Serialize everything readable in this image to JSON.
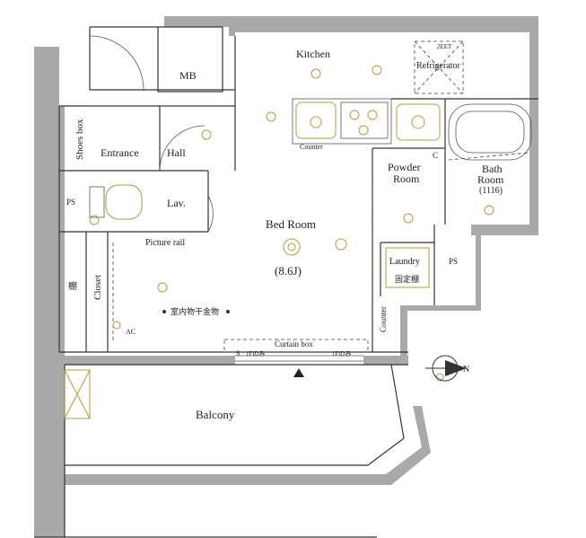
{
  "rooms": {
    "kitchen": "Kitchen",
    "refrigerator": "Refrigerator",
    "mb": "MB",
    "shoes_box": "Shoes box",
    "entrance": "Entrance",
    "hall": "Hall",
    "ps_left": "PS",
    "lav": "Lav.",
    "counter_kitchen": "Counter",
    "powder_room_line1": "Powder",
    "powder_room_line2": "Room",
    "bath_room_line1": "Bath",
    "bath_room_line2": "Room",
    "bath_size": "(1116)",
    "bed_room": "Bed Room",
    "bed_room_size": "(8.6J)",
    "laundry": "Laundry",
    "fixed_shelf": "固定棚",
    "ps_right": "PS",
    "shelf_kanji": "棚",
    "closet": "Closet",
    "picture_rail": "Picture rail",
    "indoor_drying": "室内物干金物",
    "counter_right": "Counter",
    "curtain_box": "Curtain box",
    "balcony": "Balcony",
    "first_floor_only_left": "1Fのみ",
    "first_floor_only_right": "1Fのみ",
    "ac_label": "AC",
    "c_label": "C",
    "s_label": "S",
    "code_2eet": "2EET"
  },
  "icons": {
    "compass": "compass-north-icon",
    "window_marker": "triangle-up-icon"
  }
}
